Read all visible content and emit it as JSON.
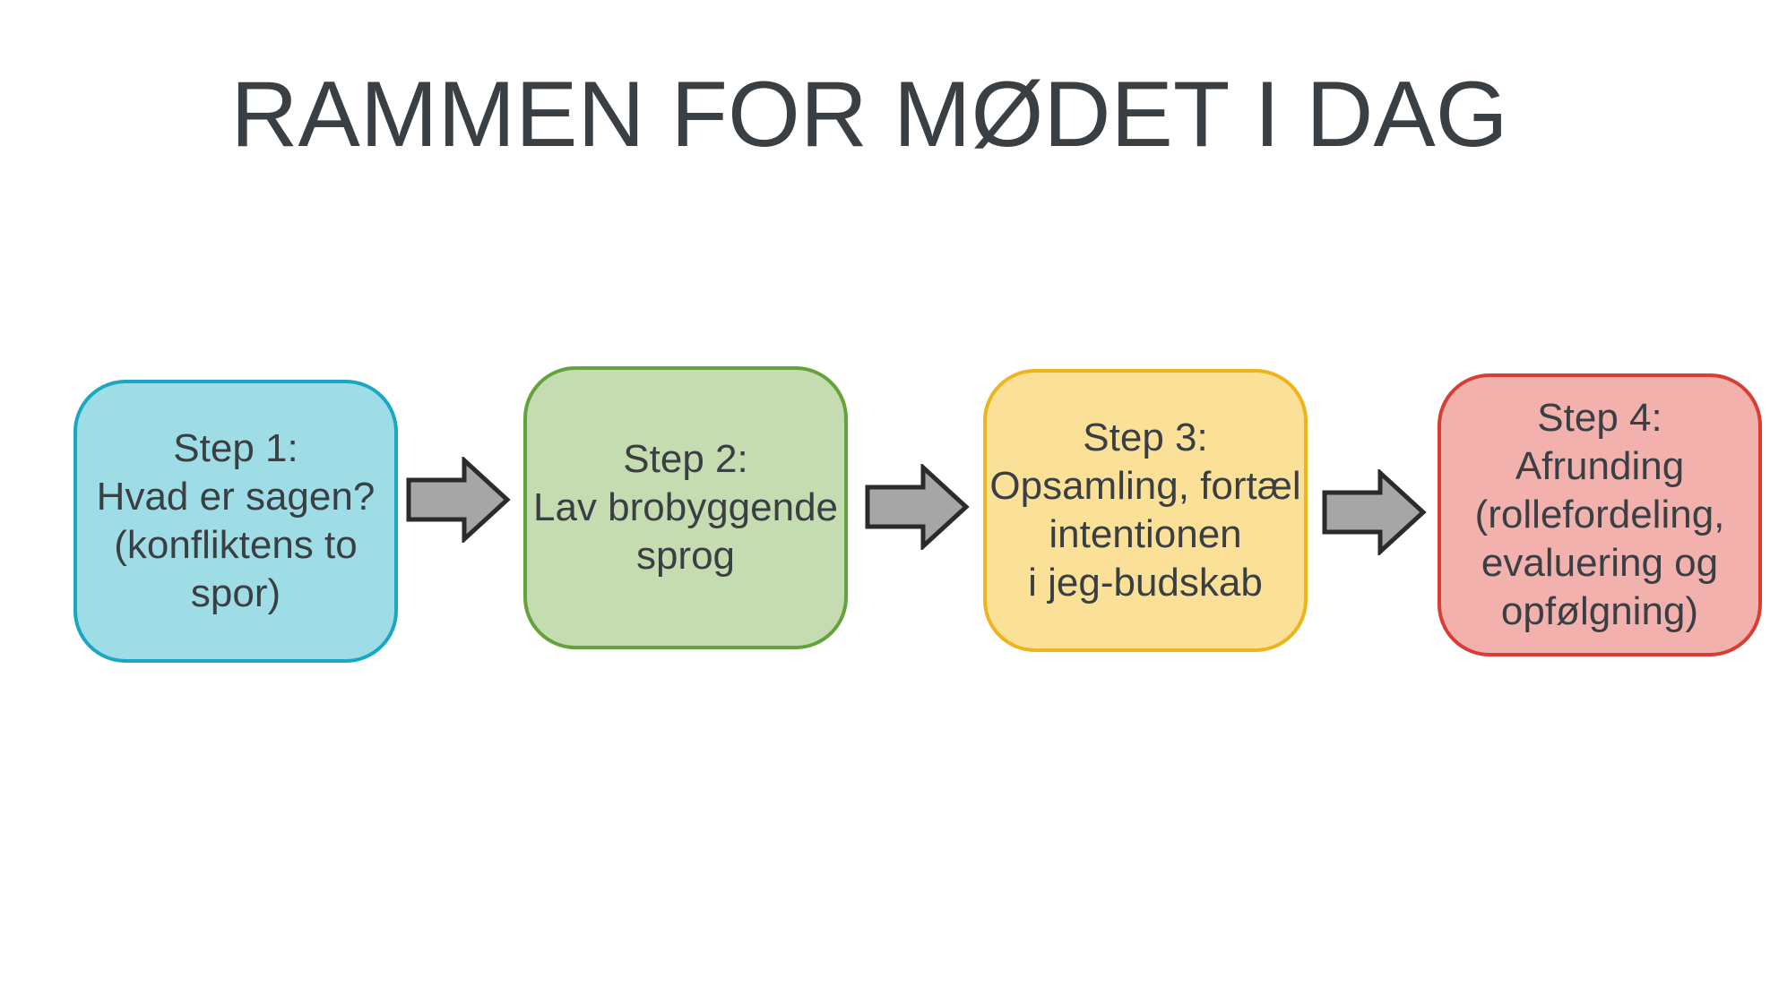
{
  "title": "RAMMEN FOR MØDET I DAG",
  "steps": [
    {
      "lines": [
        "Step 1:",
        "Hvad er sagen?",
        "(konfliktens to",
        "spor)"
      ],
      "fill": "#9fdde6",
      "border": "#1aa7c4"
    },
    {
      "lines": [
        "Step 2:",
        "Lav brobyggende",
        "sprog"
      ],
      "fill": "#c5dbb0",
      "border": "#63a33c"
    },
    {
      "lines": [
        "Step 3:",
        "Opsamling, fortæl",
        "intentionen",
        "i jeg-budskab"
      ],
      "fill": "#fbe197",
      "border": "#efb31b"
    },
    {
      "lines": [
        "Step 4:",
        "Afrunding",
        "(rollefordeling,",
        "evaluering og",
        "opfølgning)"
      ],
      "fill": "#f2b1ac",
      "border": "#d83d36"
    }
  ],
  "arrow_color": "#a6a6a6",
  "arrow_border": "#2b2b2b",
  "text_color": "#3a3f44"
}
